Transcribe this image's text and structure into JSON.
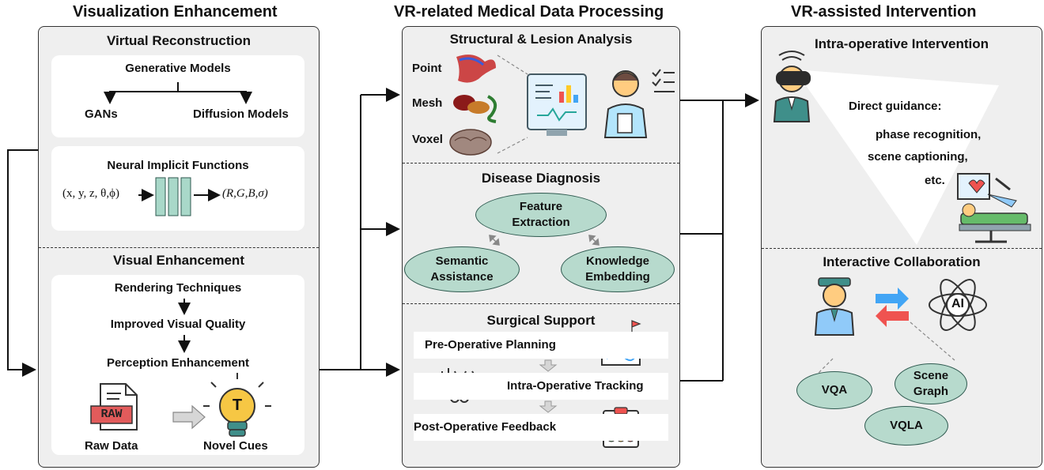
{
  "columns": {
    "left": "Visualization Enhancement",
    "middle": "VR-related Medical Data Processing",
    "right": "VR-assisted Intervention"
  },
  "left": {
    "virtual_reconstruction": "Virtual Reconstruction",
    "generative_models": "Generative Models",
    "gans": "GANs",
    "diffusion_models": "Diffusion Models",
    "neural_implicit_functions": "Neural Implicit Functions",
    "nif_input": "(x, y, z, θ,ϕ)",
    "nif_output": "(R,G,B,σ)",
    "visual_enhancement": "Visual Enhancement",
    "rendering_techniques": "Rendering Techniques",
    "improved_visual_quality": "Improved Visual Quality",
    "perception_enhancement": "Perception Enhancement",
    "raw_badge": "RAW",
    "raw_data": "Raw Data",
    "novel_cue_letter": "T",
    "novel_cues": "Novel Cues"
  },
  "middle": {
    "structural_lesion_analysis": "Structural & Lesion Analysis",
    "point": "Point",
    "mesh": "Mesh",
    "voxel": "Voxel",
    "disease_diagnosis": "Disease Diagnosis",
    "feature_extraction": "Feature Extraction",
    "semantic_assistance": "Semantic Assistance",
    "knowledge_embedding": "Knowledge Embedding",
    "surgical_support": "Surgical Support",
    "pre_operative_planning": "Pre-Operative Planning",
    "intra_operative_tracking": "Intra-Operative Tracking",
    "post_operative_feedback": "Post-Operative Feedback"
  },
  "right": {
    "intra_operative_intervention": "Intra-operative Intervention",
    "direct_guidance": "Direct guidance:",
    "phase_recognition": "phase recognition,",
    "scene_captioning": "scene captioning,",
    "etc": "etc.",
    "interactive_collaboration": "Interactive Collaboration",
    "ai_badge": "AI",
    "vqa": "VQA",
    "scene_graph": "Scene Graph",
    "vqla": "VQLA"
  },
  "colors": {
    "panel_bg": "#efefef",
    "ellipse_fill": "#b7dacd",
    "nif_block": "#a9d8c9",
    "raw_red": "#e25b5b",
    "bulb_yellow": "#f6c744",
    "headset": "#2c2c2c",
    "doctor_teal": "#3f8f8a"
  }
}
